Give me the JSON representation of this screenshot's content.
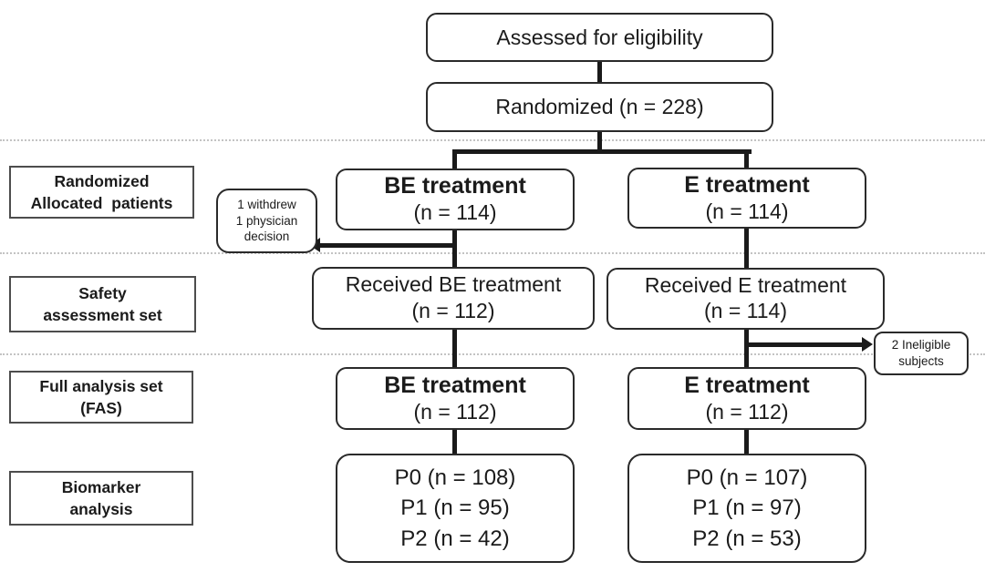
{
  "row_labels": [
    {
      "line1": "Randomized",
      "line2": "Allocated patients"
    },
    {
      "line1": "Safety",
      "line2": "assessment set"
    },
    {
      "line1": "Full analysis set",
      "line2": "(FAS)"
    },
    {
      "line1": "Biomarker",
      "line2": "analysis"
    }
  ],
  "boxes": {
    "assessed": "Assessed for eligibility",
    "randomized": "Randomized (n = 228)",
    "alloc_be": {
      "title": "BE treatment",
      "n": "(n = 114)"
    },
    "alloc_e": {
      "title": "E treatment",
      "n": "(n = 114)"
    },
    "withdrawn": {
      "line1": "1 withdrew",
      "line2": "1 physician",
      "line3": "decision"
    },
    "received_be": {
      "title": "Received BE treatment",
      "n": "(n = 112)"
    },
    "received_e": {
      "title": "Received E treatment",
      "n": "(n = 114)"
    },
    "ineligible": {
      "line1": "2 Ineligible",
      "line2": "subjects"
    },
    "fas_be": {
      "title": "BE treatment",
      "n": "(n = 112)"
    },
    "fas_e": {
      "title": "E treatment",
      "n": "(n = 112)"
    },
    "bio_be": {
      "line1": "P0 (n = 108)",
      "line2": "P1 (n = 95)",
      "line3": "P2 (n = 42)"
    },
    "bio_e": {
      "line1": "P0 (n = 107)",
      "line2": "P1 (n = 97)",
      "line3": "P2 (n = 53)"
    }
  },
  "colors": {
    "connector": "#1a1a1a",
    "box_border": "#2a2a2a",
    "label_border": "#4d4d4d",
    "dotted_line": "#c3c3c3",
    "background": "#ffffff",
    "text": "#1b1b1b"
  }
}
